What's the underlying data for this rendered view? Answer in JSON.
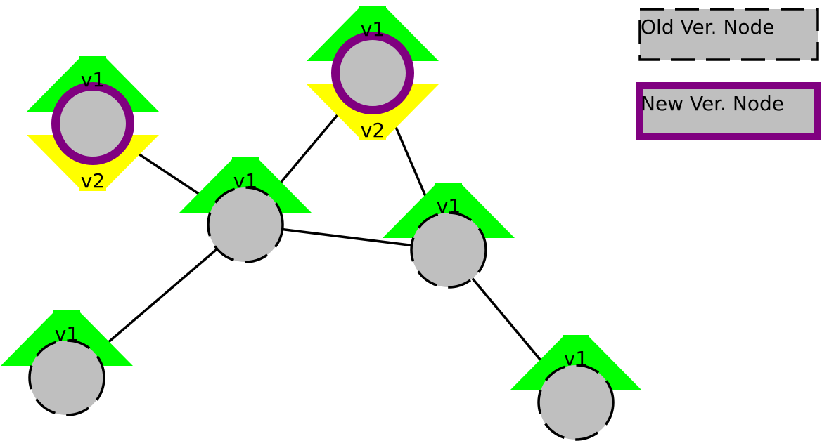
{
  "colors": {
    "background": "#ffffff",
    "node_fill": "#bfbfbf",
    "old_border": "#000000",
    "new_border": "#800080",
    "edge": "#000000",
    "version_v1_arrow": "#00ff00",
    "version_v2_arrow": "#ffff00",
    "text": "#000000"
  },
  "legend": {
    "old_label": "Old Ver. Node",
    "new_label": "New Ver. Node"
  },
  "nodes": [
    {
      "id": "n1",
      "kind": "new",
      "version_labels": [
        "v1",
        "v2"
      ]
    },
    {
      "id": "n2",
      "kind": "new",
      "version_labels": [
        "v1",
        "v2"
      ]
    },
    {
      "id": "n3",
      "kind": "old",
      "version_labels": [
        "v1"
      ]
    },
    {
      "id": "n4",
      "kind": "old",
      "version_labels": [
        "v1"
      ]
    },
    {
      "id": "n5",
      "kind": "old",
      "version_labels": [
        "v1"
      ]
    },
    {
      "id": "n6",
      "kind": "old",
      "version_labels": [
        "v1"
      ]
    }
  ],
  "edges": [
    {
      "from": "n1",
      "to": "n3"
    },
    {
      "from": "n2",
      "to": "n3"
    },
    {
      "from": "n2",
      "to": "n4"
    },
    {
      "from": "n3",
      "to": "n4"
    },
    {
      "from": "n3",
      "to": "n5"
    },
    {
      "from": "n4",
      "to": "n6"
    }
  ]
}
